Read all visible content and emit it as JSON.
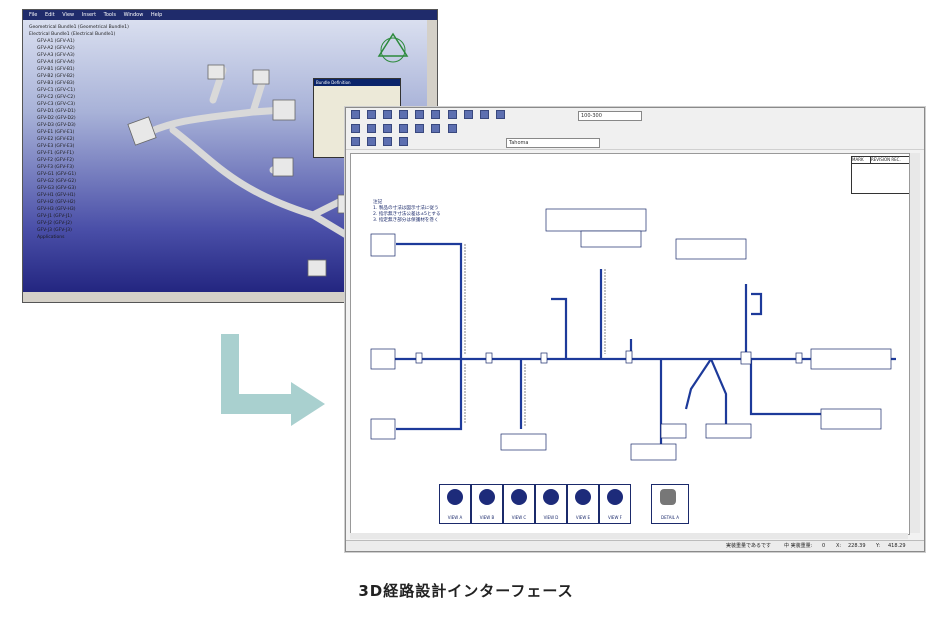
{
  "cad3d": {
    "menu": [
      "File",
      "Edit",
      "View",
      "Insert",
      "Tools",
      "Window",
      "Help"
    ],
    "tree_items": [
      "Geometrical Bundle1 (Geometrical Bundle1)",
      "Electrical Bundle1 (Electrical Bundle1)",
      "GFV-A1 (GFV-A1)",
      "GFV-A2 (GFV-A2)",
      "GFV-A3 (GFV-A3)",
      "GFV-A4 (GFV-A4)",
      "GFV-B1 (GFV-B1)",
      "GFV-B2 (GFV-B2)",
      "GFV-B3 (GFV-B3)",
      "GFV-C1 (GFV-C1)",
      "GFV-C2 (GFV-C2)",
      "GFV-C3 (GFV-C3)",
      "GFV-D1 (GFV-D1)",
      "GFV-D2 (GFV-D2)",
      "GFV-D3 (GFV-D3)",
      "GFV-E1 (GFV-E1)",
      "GFV-E2 (GFV-E2)",
      "GFV-E3 (GFV-E3)",
      "GFV-F1 (GFV-F1)",
      "GFV-F2 (GFV-F2)",
      "GFV-F3 (GFV-F3)",
      "GFV-G1 (GFV-G1)",
      "GFV-G2 (GFV-G2)",
      "GFV-G3 (GFV-G3)",
      "GFV-H1 (GFV-H1)",
      "GFV-H2 (GFV-H2)",
      "GFV-H3 (GFV-H3)",
      "GFV-J1 (GFV-J1)",
      "GFV-J2 (GFV-J2)",
      "GFV-J3 (GFV-J3)",
      "Applications"
    ],
    "dialog_title": "Bundle Definition"
  },
  "win2d": {
    "zoom_combo": "100-300",
    "font_combo": "Tahoma",
    "revision_table": {
      "headers": [
        "MARK",
        "REVISION REC."
      ]
    },
    "notes": [
      "注記",
      "1. 製品の寸法は図示寸法に従う",
      "2. 指示無き寸法公差は±5とする",
      "3. 指定無き部分は保護材を巻く"
    ],
    "views": [
      {
        "label": "VIEW A"
      },
      {
        "label": "VIEW B"
      },
      {
        "label": "VIEW C"
      },
      {
        "label": "VIEW D"
      },
      {
        "label": "VIEW E"
      },
      {
        "label": "VIEW F"
      },
      {
        "label": "DETAIL A"
      }
    ],
    "status": {
      "left": "実装重量であるです",
      "mid": "中 実装重量:",
      "zero": "0",
      "x_label": "X:",
      "x_value": "228.39",
      "y_label": "Y:",
      "y_value": "418.29"
    }
  },
  "caption": "3D経路設計インターフェース",
  "colors": {
    "wire": "#1d3a9a",
    "arrow": "#a9d0cf",
    "blueprint": "#1b2a6b"
  }
}
